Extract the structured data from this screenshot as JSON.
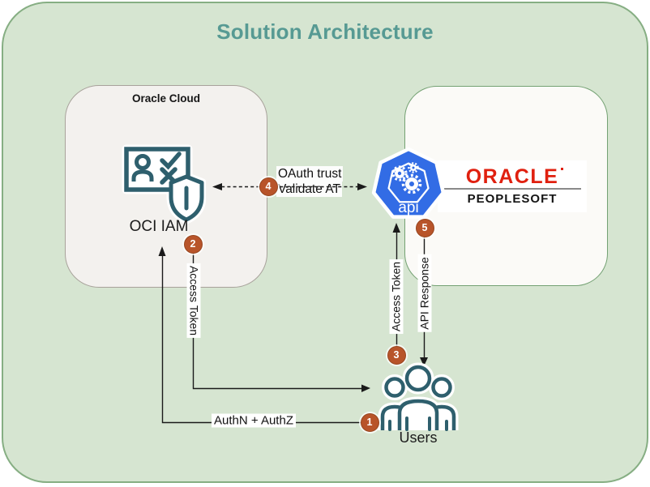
{
  "title": "Solution Architecture",
  "oracle_cloud_box": {
    "label": "Oracle Cloud"
  },
  "oci_iam": {
    "label": "OCI IAM"
  },
  "api_node": {
    "label": "api"
  },
  "peoplesoft": {
    "brand": "ORACLE",
    "product": "PEOPLESOFT"
  },
  "users": {
    "label": "Users"
  },
  "flows": {
    "authn": {
      "step": "1",
      "label": "AuthN + AuthZ"
    },
    "access_token_issue": {
      "step": "2",
      "label": "Access Token"
    },
    "access_token_present": {
      "step": "3",
      "label": "Access Token"
    },
    "oauth_trust": {
      "step": "4",
      "label_line1": "OAuth trust",
      "label_line2": "Validate AT"
    },
    "api_response": {
      "step": "5",
      "label": "API Response"
    }
  },
  "colors": {
    "title_teal": "#579a93",
    "icon_teal": "#2e5f6d",
    "badge_orange": "#b8542a",
    "kubernetes_blue": "#326ce5",
    "oracle_red": "#e0200f",
    "canvas_green": "#d6e5d1",
    "oracle_cloud_box_fill": "#f3f1ee",
    "peoplesoft_box_fill": "#fbfaf7"
  }
}
